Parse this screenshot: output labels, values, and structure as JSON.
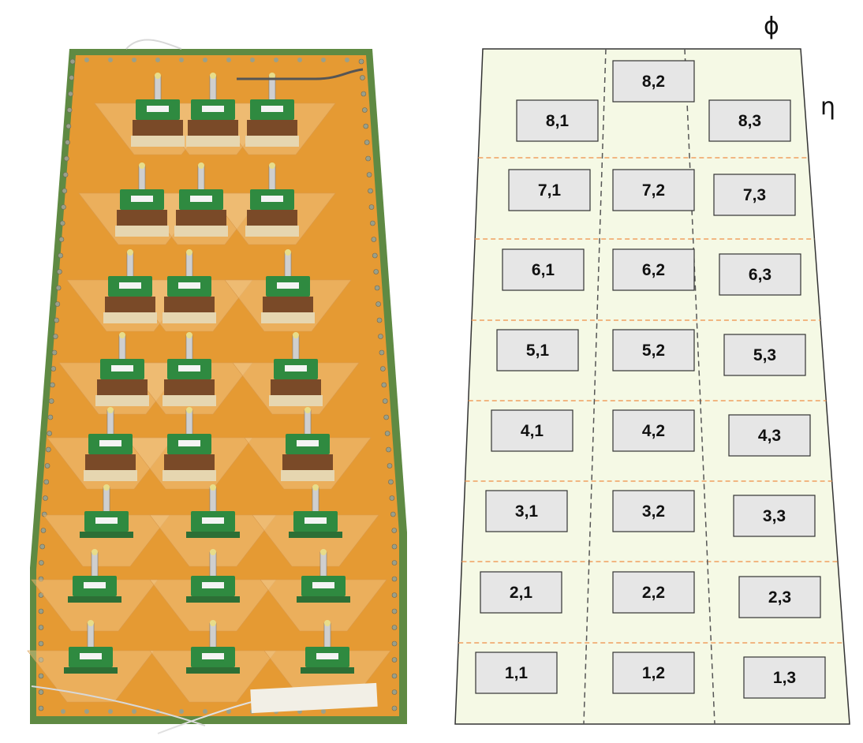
{
  "photo": {
    "name": "micromegas-detector-board-photo",
    "colors": {
      "board_edge": "#5f8a43",
      "board_copper": "#e59a33",
      "card_green": "#2f8a40",
      "base_beige": "#e6d6b0"
    },
    "rows_of_connectors": 8,
    "connectors_per_row": 3
  },
  "schematic": {
    "axes": {
      "phi": "ϕ",
      "eta": "η"
    },
    "colors": {
      "fill": "#f5f9e5",
      "outline": "#333333",
      "pad_fill": "#e6e6e6",
      "eta_divider": "#f0a060",
      "phi_divider": "#555555"
    },
    "pads": [
      {
        "row": 1,
        "labels": [
          "1,1",
          "1,2",
          "1,3"
        ]
      },
      {
        "row": 2,
        "labels": [
          "2,1",
          "2,2",
          "2,3"
        ]
      },
      {
        "row": 3,
        "labels": [
          "3,1",
          "3,2",
          "3,3"
        ]
      },
      {
        "row": 4,
        "labels": [
          "4,1",
          "4,2",
          "4,3"
        ]
      },
      {
        "row": 5,
        "labels": [
          "5,1",
          "5,2",
          "5,3"
        ]
      },
      {
        "row": 6,
        "labels": [
          "6,1",
          "6,2",
          "6,3"
        ]
      },
      {
        "row": 7,
        "labels": [
          "7,1",
          "7,2",
          "7,3"
        ]
      },
      {
        "row": 8,
        "labels": [
          "8,1",
          "8,2",
          "8,3"
        ]
      }
    ]
  }
}
